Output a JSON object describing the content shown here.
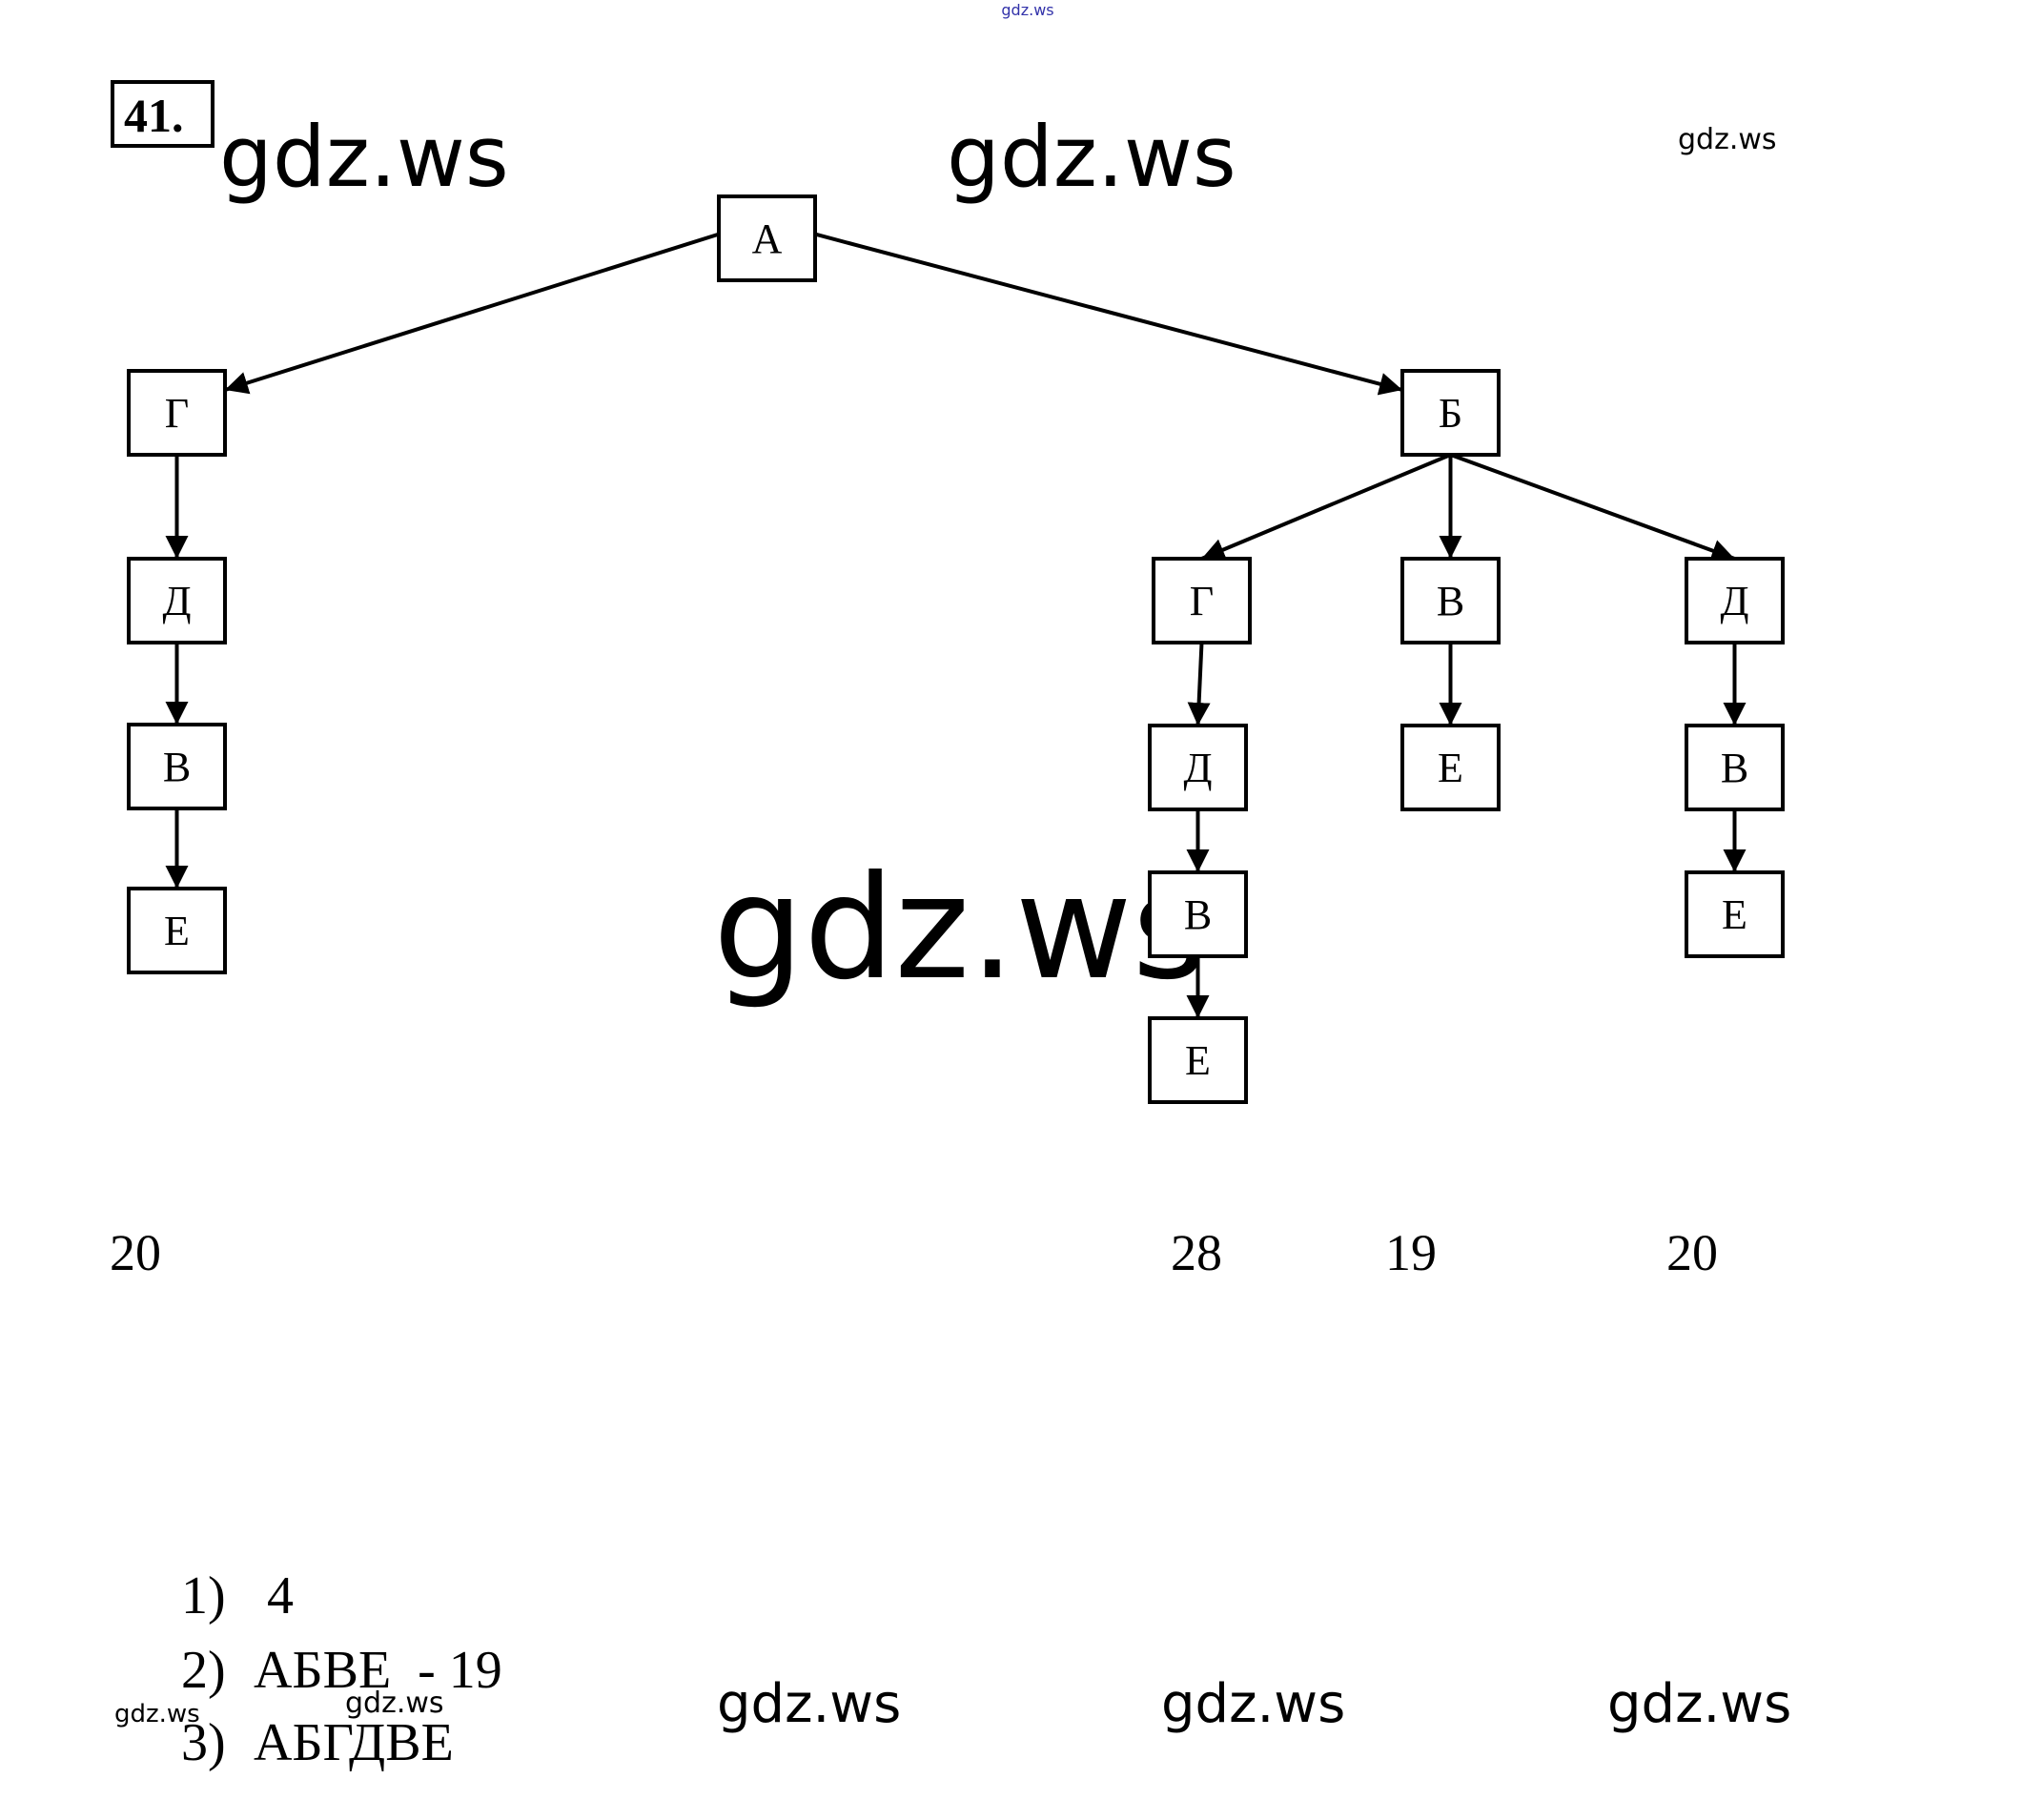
{
  "header": {
    "task_number": "41.",
    "top_link": "gdz.ws"
  },
  "watermarks": {
    "top_left": "gdz.ws",
    "top_center": "gdz.ws",
    "top_right": "gdz.ws",
    "center": "gdz.ws",
    "bottom_left_small": "gdz.ws",
    "bottom_mid_small": "gdz.ws",
    "bottom_1": "gdz.ws",
    "bottom_2": "gdz.ws",
    "bottom_3": "gdz.ws"
  },
  "tree": {
    "nodes": [
      {
        "id": "A",
        "label": "А"
      },
      {
        "id": "G1",
        "label": "Г"
      },
      {
        "id": "D1",
        "label": "Д"
      },
      {
        "id": "V1",
        "label": "В"
      },
      {
        "id": "E1",
        "label": "Е"
      },
      {
        "id": "B",
        "label": "Б"
      },
      {
        "id": "G2",
        "label": "Г"
      },
      {
        "id": "D2",
        "label": "Д"
      },
      {
        "id": "V2",
        "label": "В"
      },
      {
        "id": "E2",
        "label": "Е"
      },
      {
        "id": "V3",
        "label": "В"
      },
      {
        "id": "E3",
        "label": "Е"
      },
      {
        "id": "D4",
        "label": "Д"
      },
      {
        "id": "V4",
        "label": "В"
      },
      {
        "id": "E4",
        "label": "Е"
      }
    ],
    "edges": [
      [
        "A",
        "G1"
      ],
      [
        "G1",
        "D1"
      ],
      [
        "D1",
        "V1"
      ],
      [
        "V1",
        "E1"
      ],
      [
        "A",
        "B"
      ],
      [
        "B",
        "G2"
      ],
      [
        "G2",
        "D2"
      ],
      [
        "D2",
        "V2"
      ],
      [
        "V2",
        "E2"
      ],
      [
        "B",
        "V3"
      ],
      [
        "V3",
        "E3"
      ],
      [
        "B",
        "D4"
      ],
      [
        "D4",
        "V4"
      ],
      [
        "V4",
        "E4"
      ]
    ],
    "path_lengths": [
      "20",
      "28",
      "19",
      "20"
    ]
  },
  "answers": [
    {
      "num": "1)",
      "text": "4"
    },
    {
      "num": "2)",
      "text": "АБВЕ  - 19"
    },
    {
      "num": "3)",
      "text": "АБГДВЕ"
    }
  ]
}
